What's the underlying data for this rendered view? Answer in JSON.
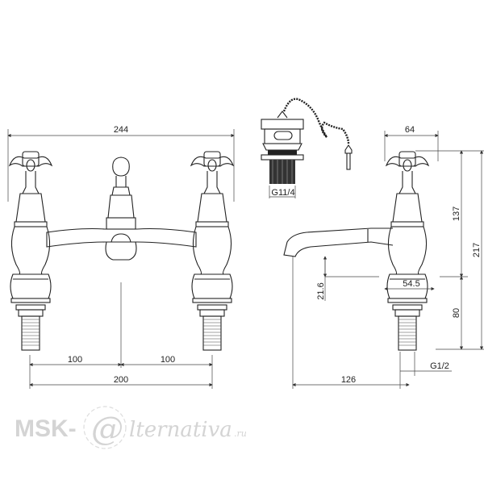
{
  "drawing": {
    "front_view": {
      "overall_width": "244",
      "half_spacing_left": "100",
      "half_spacing_right": "100",
      "centres": "200"
    },
    "waste": {
      "thread": "G11/4"
    },
    "side_view": {
      "handle_width": "64",
      "height_to_base": "137",
      "overall_height": "217",
      "spout_clearance": "21.6",
      "base_diameter": "54.5",
      "shank_height": "80",
      "tail_thread": "G1/2",
      "spout_reach": "126"
    }
  },
  "watermark": {
    "prefix": "MSK-",
    "at": "@",
    "suffix": "lternativa",
    "domain": ".ru"
  }
}
